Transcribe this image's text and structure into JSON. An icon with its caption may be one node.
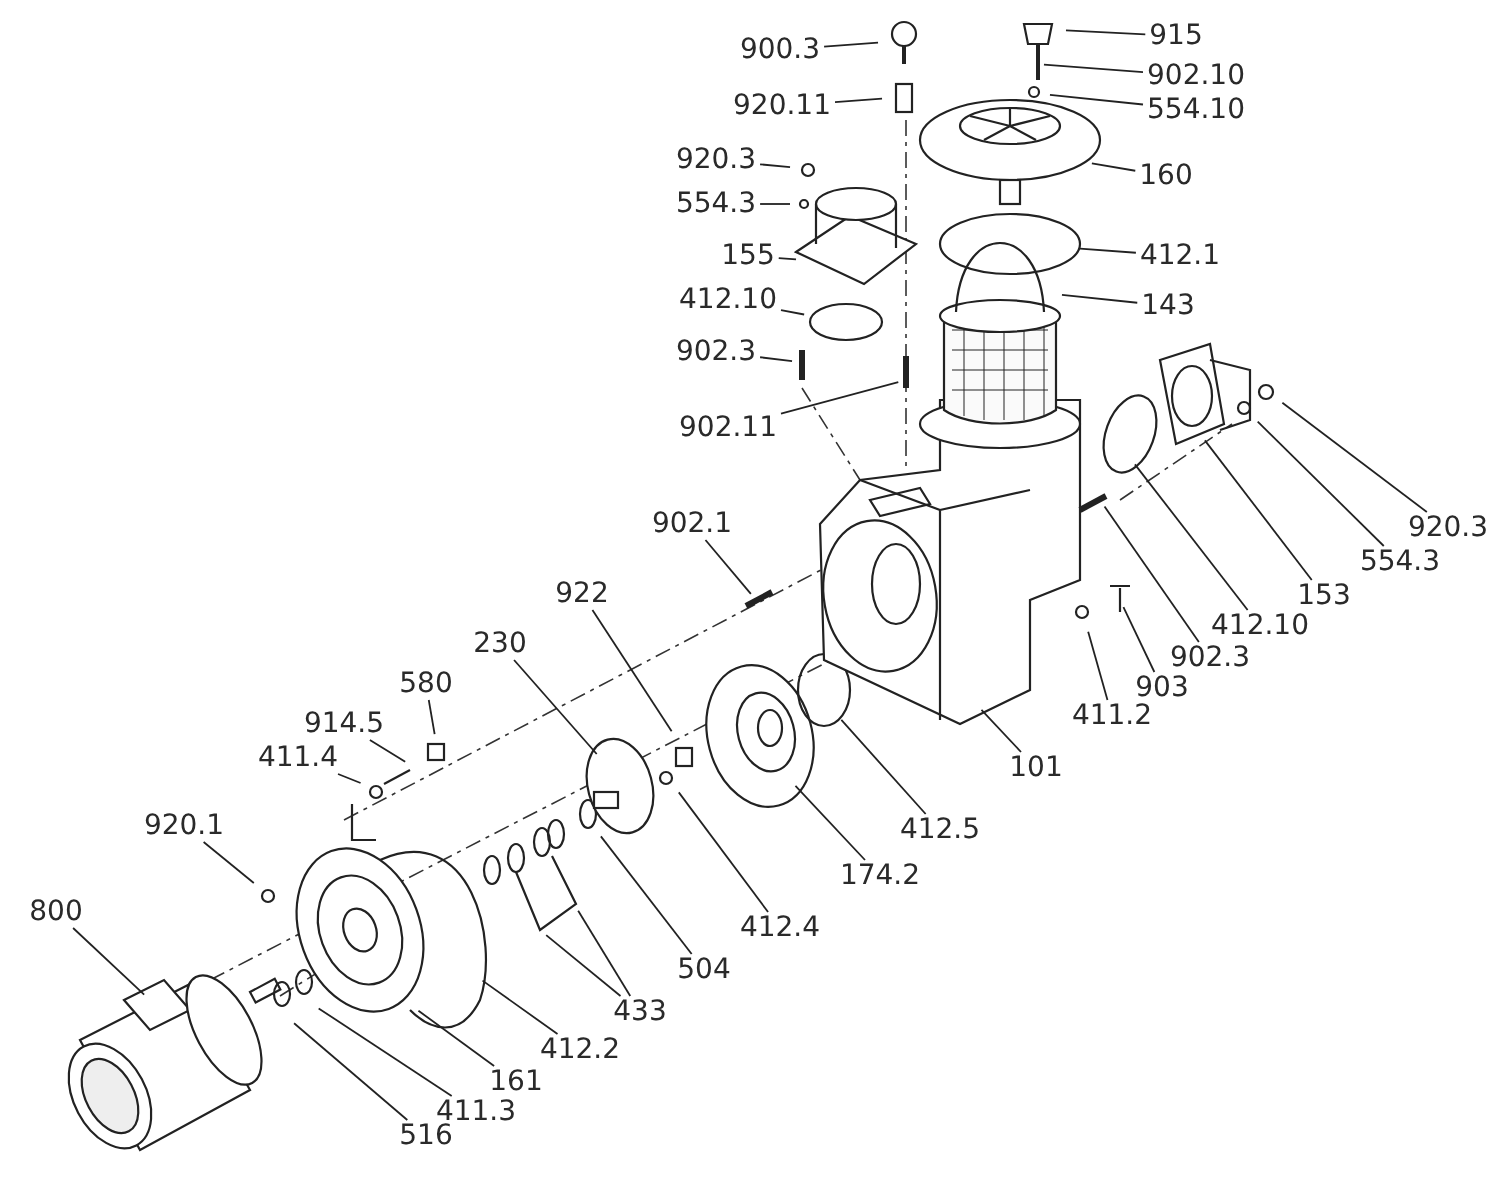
{
  "diagram": {
    "nodes": [
      {
        "text": [
          "900.3"
        ]
      },
      {
        "text": [
          "920.11"
        ]
      },
      {
        "text": [
          "920.3"
        ]
      },
      {
        "text": [
          "554.3"
        ]
      },
      {
        "text": [
          "155"
        ]
      },
      {
        "text": [
          "412.10"
        ]
      },
      {
        "text": [
          "902.3"
        ]
      },
      {
        "text": [
          "902.11"
        ]
      },
      {
        "text": [
          "915"
        ]
      },
      {
        "text": [
          "902.10"
        ]
      },
      {
        "text": [
          "554.10"
        ]
      },
      {
        "text": [
          "160"
        ]
      },
      {
        "text": [
          "412.1"
        ]
      },
      {
        "text": [
          "143"
        ]
      },
      {
        "text": [
          "920.3"
        ]
      },
      {
        "text": [
          "554.3"
        ]
      },
      {
        "text": [
          "153"
        ]
      },
      {
        "text": [
          "412.10"
        ]
      },
      {
        "text": [
          "902.3"
        ]
      },
      {
        "text": [
          "903"
        ]
      },
      {
        "text": [
          "411.2"
        ]
      },
      {
        "text": [
          "101"
        ]
      },
      {
        "text": [
          "412.5"
        ]
      },
      {
        "text": [
          "174.2"
        ]
      },
      {
        "text": [
          "412.4"
        ]
      },
      {
        "text": [
          "504"
        ]
      },
      {
        "text": [
          "922"
        ]
      },
      {
        "text": [
          "230"
        ]
      },
      {
        "text": [
          "902.1"
        ]
      },
      {
        "text": [
          "580"
        ]
      },
      {
        "text": [
          "914.5"
        ]
      },
      {
        "text": [
          "411.4"
        ]
      },
      {
        "text": [
          "920.1"
        ]
      },
      {
        "text": [
          "433"
        ]
      },
      {
        "text": [
          "800"
        ]
      },
      {
        "text": [
          "412.2"
        ]
      },
      {
        "text": [
          "161"
        ]
      },
      {
        "text": [
          "411.3"
        ]
      },
      {
        "text": [
          "516"
        ]
      }
    ],
    "edges": [
      {
        "from": 0,
        "to": null,
        "arrow": "none"
      },
      {
        "from": 1,
        "to": null,
        "arrow": "none"
      },
      {
        "from": 2,
        "to": null,
        "arrow": "none"
      },
      {
        "from": 3,
        "to": null,
        "arrow": "none"
      },
      {
        "from": 4,
        "to": null,
        "arrow": "none"
      },
      {
        "from": 5,
        "to": null,
        "arrow": "none"
      },
      {
        "from": 6,
        "to": null,
        "arrow": "none"
      },
      {
        "from": 7,
        "to": null,
        "arrow": "none"
      },
      {
        "from": 8,
        "to": null,
        "arrow": "none"
      },
      {
        "from": 9,
        "to": null,
        "arrow": "none"
      },
      {
        "from": 10,
        "to": null,
        "arrow": "none"
      },
      {
        "from": 11,
        "to": null,
        "arrow": "none"
      },
      {
        "from": 12,
        "to": null,
        "arrow": "none"
      },
      {
        "from": 13,
        "to": null,
        "arrow": "none"
      },
      {
        "from": 14,
        "to": null,
        "arrow": "none"
      },
      {
        "from": 15,
        "to": null,
        "arrow": "none"
      },
      {
        "from": 16,
        "to": null,
        "arrow": "none"
      },
      {
        "from": 17,
        "to": null,
        "arrow": "none"
      },
      {
        "from": 18,
        "to": null,
        "arrow": "none"
      },
      {
        "from": 19,
        "to": null,
        "arrow": "none"
      },
      {
        "from": 20,
        "to": null,
        "arrow": "none"
      },
      {
        "from": 21,
        "to": null,
        "arrow": "none"
      },
      {
        "from": 22,
        "to": null,
        "arrow": "none"
      },
      {
        "from": 23,
        "to": null,
        "arrow": "none"
      },
      {
        "from": 24,
        "to": null,
        "arrow": "none"
      },
      {
        "from": 25,
        "to": null,
        "arrow": "none"
      },
      {
        "from": 26,
        "to": null,
        "arrow": "none"
      },
      {
        "from": 27,
        "to": null,
        "arrow": "none"
      },
      {
        "from": 28,
        "to": null,
        "arrow": "none"
      },
      {
        "from": 29,
        "to": null,
        "arrow": "none"
      },
      {
        "from": 30,
        "to": null,
        "arrow": "none"
      },
      {
        "from": 31,
        "to": null,
        "arrow": "none"
      },
      {
        "from": 32,
        "to": null,
        "arrow": "none"
      },
      {
        "from": 33,
        "to": null,
        "arrow": "none"
      },
      {
        "from": 33,
        "to": null,
        "arrow": "none"
      },
      {
        "from": 34,
        "to": null,
        "arrow": "none"
      },
      {
        "from": 35,
        "to": null,
        "arrow": "none"
      },
      {
        "from": 36,
        "to": null,
        "arrow": "none"
      },
      {
        "from": 37,
        "to": null,
        "arrow": "none"
      },
      {
        "from": 38,
        "to": null,
        "arrow": "none"
      }
    ]
  }
}
